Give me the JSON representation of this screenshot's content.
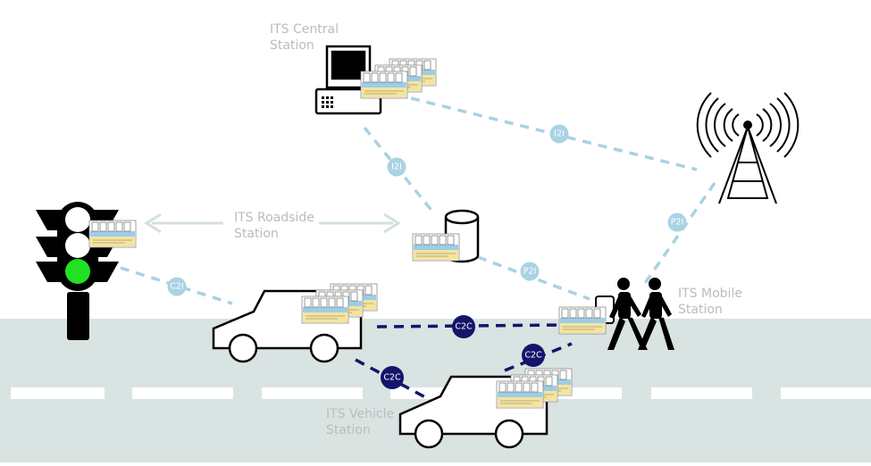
{
  "labels": {
    "central": [
      "ITS Central",
      "Station"
    ],
    "roadside": [
      "ITS Roadside",
      "Station"
    ],
    "mobile": [
      "ITS Mobile",
      "Station"
    ],
    "vehicle": [
      "ITS Vehicle",
      "Station"
    ]
  },
  "links": {
    "central_roadside": "I2I",
    "central_tower": "I2I",
    "tower_mobile": "P2I",
    "roadside_mobile": "P2I",
    "trafficlight_car": "C2I",
    "car_mobile": "C2C",
    "car_car": "C2C",
    "car2_mobile": "C2C"
  },
  "colors": {
    "road": "#d9e3e2",
    "lane_marking": "#ffffff",
    "light_link": "#a8d2e3",
    "light_badge": "#a9d3e3",
    "dark_link": "#15146b",
    "dark_badge": "#15146b",
    "green_light": "#22e022",
    "roadside_arrow": "#d4e0dd",
    "module_yellow": "#f6e49c",
    "module_blue": "#9ccde6"
  },
  "icons": [
    "traffic-light-icon",
    "computer-icon",
    "database-icon",
    "radio-tower-icon",
    "car-icon",
    "pedestrians-icon",
    "its-module-icon"
  ]
}
